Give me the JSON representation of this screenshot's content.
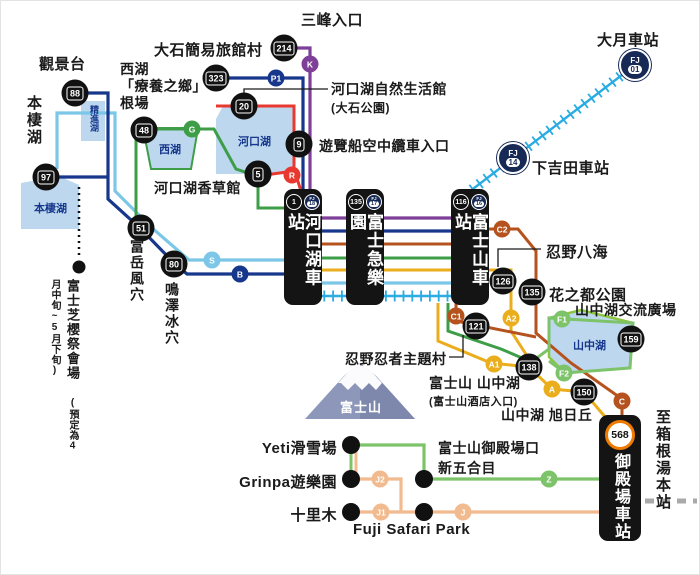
{
  "stations": {
    "kawaguchiko": {
      "name": "河口湖車站",
      "stop": "1",
      "line": "FJ",
      "line_no": "18"
    },
    "highland": {
      "name": "富士急樂園",
      "stop": "135",
      "line": "FJ",
      "line_no": "17"
    },
    "fujisan": {
      "name": "富士山車站",
      "stop": "116",
      "line": "FJ",
      "line_no": "16"
    },
    "gotemba": {
      "name": "御殿場車站",
      "stop": "568"
    }
  },
  "rail_stations": {
    "otsuki": {
      "label": "大月車站",
      "line": "FJ",
      "no": "01"
    },
    "shimoyoshida": {
      "label": "下吉田車站",
      "line": "FJ",
      "no": "14"
    }
  },
  "stops": {
    "kankeidai": {
      "no": "88",
      "label": "觀景台"
    },
    "motosuko": {
      "no": "97",
      "label": "本棲湖"
    },
    "nenba": {
      "no": "48",
      "l1": "西湖",
      "l2": "「療養之鄉」",
      "l3": "根場"
    },
    "oishi": {
      "no": "323",
      "label": "大石簡易旅館村"
    },
    "mitsutoge": {
      "no": "214",
      "label": "三峰入口"
    },
    "seikatsukan": {
      "no": "20",
      "l1": "河口湖自然生活館",
      "l2": "(大石公園)"
    },
    "ropeway": {
      "no": "9",
      "label": "遊覽船空中纜車入口"
    },
    "herb": {
      "no": "5",
      "label": "河口湖香草館"
    },
    "fugaku": {
      "no": "51",
      "label": "富岳風穴"
    },
    "narusawa": {
      "no": "80",
      "label": "鳴澤冰穴"
    },
    "oshino": {
      "no": "126",
      "label": "忍野八海"
    },
    "hananomiyako": {
      "no": "135",
      "label": "花之都公園"
    },
    "ninja": {
      "no": "121",
      "label": "忍野忍者主題村"
    },
    "hotel_mtfuji": {
      "no": "138",
      "l1": "富士山 山中湖",
      "l2": "(富士山酒店入口)"
    },
    "asahigaoka": {
      "no": "150",
      "label": "山中湖 旭日丘"
    },
    "kirara": {
      "no": "159",
      "label": "山中湖交流廣場"
    }
  },
  "route_letters": {
    "K": "K",
    "P1": "P1",
    "R": "R",
    "G": "G",
    "S": "S",
    "B": "B",
    "C": "C",
    "C1": "C1",
    "C2": "C2",
    "A": "A",
    "A1": "A1",
    "A2": "A2",
    "F1": "F1",
    "F2": "F2",
    "Z": "Z",
    "J": "J",
    "J1": "J1",
    "J2": "J2"
  },
  "poi": {
    "yeti": "Yeti滑雪場",
    "grinpa": "Grinpa遊樂園",
    "jurigi": "十里木",
    "safari": "Fuji Safari Park",
    "gotembaguchi_l1": "富士山御殿場口",
    "gotembaguchi_l2": "新五合目",
    "shibazakura": "富士芝櫻祭會場",
    "shibazakura_note": "(預定為4月中旬~5月下旬)",
    "hakone": "至箱根湯本站",
    "fuji": "富士山"
  },
  "lakes": {
    "motosuko": "本棲湖",
    "shojiko": "精進湖",
    "saiko": "西湖",
    "kawaguchiko": "河口湖",
    "yamanakako": "山中湖"
  },
  "colors": {
    "red": "#e8382f",
    "navy": "#17378c",
    "sky": "#7cc7e8",
    "purple": "#7d3f98",
    "green": "#3e9e47",
    "light_green": "#7cc36a",
    "gold": "#eaae1c",
    "brown": "#b5521d",
    "peach": "#f2bb8f",
    "rail": "#2aabe2",
    "lake": "#bcd7ee",
    "station_bg": "#141414",
    "gotemba_ring": "#ef7a00"
  }
}
